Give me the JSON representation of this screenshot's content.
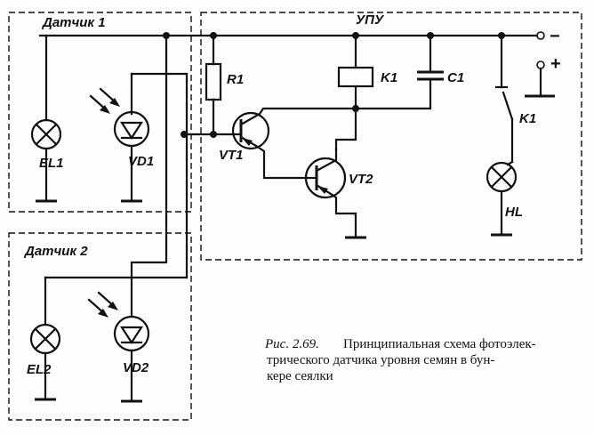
{
  "blocks": {
    "sensor1": "Датчик 1",
    "sensor2": "Датчик 2",
    "amplifier": "УПУ"
  },
  "terminals": {
    "minus": "−",
    "plus": "+"
  },
  "components": {
    "el1": "EL1",
    "vd1": "VD1",
    "el2": "EL2",
    "vd2": "VD2",
    "r1": "R1",
    "k1": "K1",
    "c1": "C1",
    "k1_contact": "K1",
    "vt1": "VT1",
    "vt2": "VT2",
    "hl": "HL"
  },
  "caption": {
    "prefix": "Рис. 2.69.",
    "line1": "Принципиальная схема фотоэлек-",
    "line2": "трического датчика уровня  семян в  бун-",
    "line3": "кере сеялки"
  }
}
